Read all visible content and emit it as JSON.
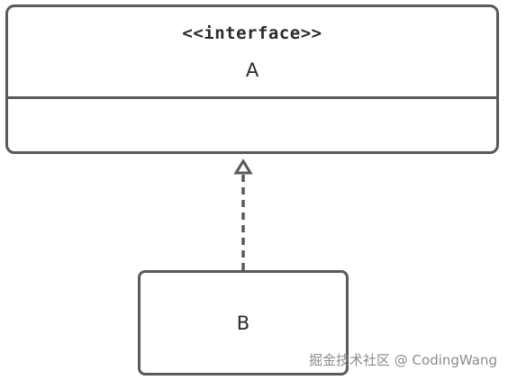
{
  "interface_class": {
    "stereotype": "<<interface>>",
    "name": "A"
  },
  "implementing_class": {
    "name": "B"
  },
  "relation": {
    "type": "realization",
    "line_style": "dashed",
    "arrowhead": "hollow-triangle"
  },
  "watermark": "掘金技术社区 @ CodingWang",
  "colors": {
    "stroke": "#595959",
    "text": "#2a2a2a",
    "watermark": "#8c8c8c",
    "background": "#ffffff"
  }
}
